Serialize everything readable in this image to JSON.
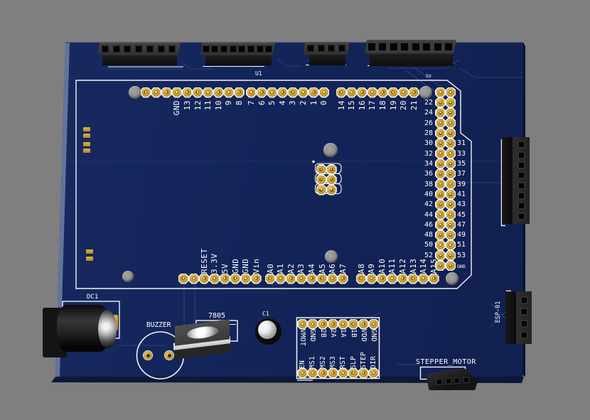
{
  "background_color": "#7f7f7f",
  "board": {
    "ref": "U1",
    "color": "#13265c",
    "silkscreen_color": "#ffffff",
    "pad_gold_color": "#c79e32",
    "mounting_hole_color": "#8c8c8c"
  },
  "headers": {
    "digital_left": {
      "labels": [
        "",
        "",
        "",
        "GND",
        "13",
        "12",
        "11",
        "10",
        "9",
        "8"
      ]
    },
    "digital_right": {
      "labels": [
        "7",
        "6",
        "5",
        "4",
        "3",
        "2",
        "1",
        "0"
      ]
    },
    "communication": {
      "labels": [
        "14",
        "15",
        "16",
        "17",
        "18",
        "19",
        "20",
        "21"
      ]
    },
    "double_row": {
      "rows": 18,
      "top_label": "5V",
      "bottom_right_label": "GND",
      "left_labels": [
        "22",
        "24",
        "26",
        "28",
        "30",
        "32",
        "34",
        "36",
        "38",
        "40",
        "42",
        "44",
        "46",
        "48",
        "50",
        "52"
      ],
      "right_start_row": 5,
      "right_labels": [
        "31",
        "33",
        "35",
        "37",
        "39",
        "41",
        "43",
        "45",
        "47",
        "49",
        "51",
        "53"
      ]
    },
    "power": {
      "labels": [
        "",
        "",
        "RESET",
        "3.3V",
        "5V",
        "GND",
        "GND",
        "Vin"
      ]
    },
    "analog_low": {
      "labels": [
        "A0",
        "A1",
        "A2",
        "A3",
        "A4",
        "A5",
        "A6",
        "A7"
      ]
    },
    "analog_high": {
      "labels": [
        "A8",
        "A9",
        "A10",
        "A11",
        "A12",
        "A13",
        "A14",
        "A15"
      ]
    }
  },
  "components": {
    "dc_jack": {
      "ref": "DC1"
    },
    "buzzer": {
      "ref": "BUZZER"
    },
    "regulator": {
      "ref": "7805"
    },
    "capacitor": {
      "ref": "C1"
    },
    "stepper_driver": {
      "top_pins": [
        "VMOT",
        "GND",
        "2B",
        "2A",
        "1A",
        "1B",
        "VDD",
        "GND"
      ],
      "bottom_pins": [
        "EN",
        "MS1",
        "MS2",
        "MS3",
        "RST",
        "SLP",
        "STEP",
        "DIR"
      ]
    },
    "stepper_motor_connector": {
      "ref": "STEPPER_MOTOR",
      "pins": 4
    },
    "esp_connector": {
      "ref": "ESP-01",
      "pins": 4
    },
    "right_connector": {
      "pins": 8
    },
    "top_connectors": {
      "pins": [
        7,
        8,
        4,
        8
      ]
    },
    "icsp": {
      "pins": 6
    }
  }
}
